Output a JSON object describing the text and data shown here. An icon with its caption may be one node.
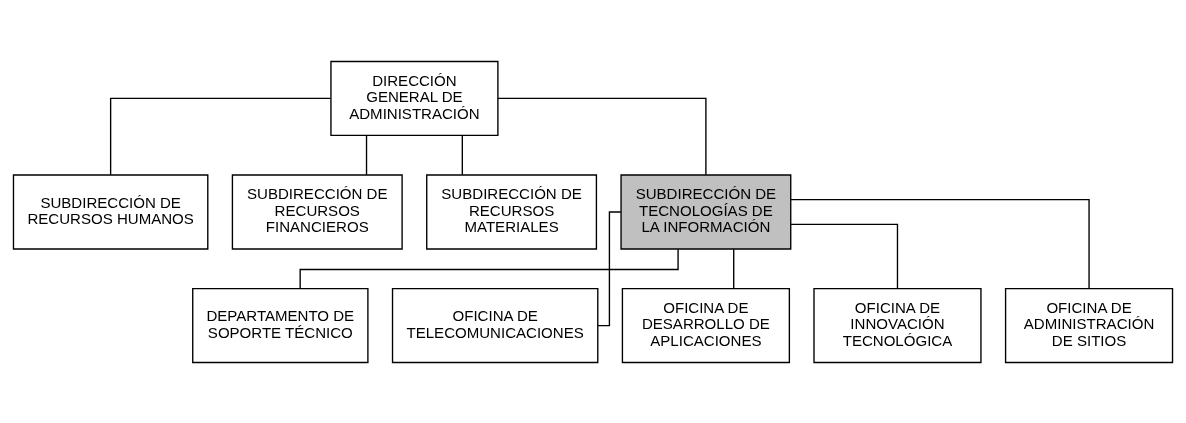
{
  "diagram": {
    "nodes": [
      {
        "text": [
          "DIRECCIÓN GENERAL DE ADMINISTRACIÓN"
        ]
      },
      {
        "text": [
          "SUBDIRECCIÓN DE RECURSOS HUMANOS"
        ]
      },
      {
        "text": [
          "SUBDIRECCIÓN DE RECURSOS FINANCIEROS"
        ]
      },
      {
        "text": [
          "SUBDIRECCIÓN DE RECURSOS MATERIALES"
        ]
      },
      {
        "text": [
          "SUBDIRECCIÓN DE TECNOLOGÍAS DE LA INFORMACIÓN"
        ]
      },
      {
        "text": [
          "DEPARTAMENTO DE SOPORTE TÉCNICO"
        ]
      },
      {
        "text": [
          "OFICINA DE TELECOMUNICACIONES"
        ]
      },
      {
        "text": [
          "OFICINA DE DESARROLLO DE APLICACIONES"
        ]
      },
      {
        "text": [
          "OFICINA DE INNOVACIÓN TECNOLÓGICA"
        ]
      },
      {
        "text": [
          "OFICINA DE ADMINISTRACIÓN DE SITIOS"
        ]
      }
    ],
    "edges": [
      {
        "from": 0,
        "to": 1,
        "arrow": "none"
      },
      {
        "from": 0,
        "to": 2,
        "arrow": "none"
      },
      {
        "from": 0,
        "to": 3,
        "arrow": "none"
      },
      {
        "from": 0,
        "to": 4,
        "arrow": "none"
      },
      {
        "from": 4,
        "to": 5,
        "arrow": "none"
      },
      {
        "from": 4,
        "to": 6,
        "arrow": "none"
      },
      {
        "from": 4,
        "to": 7,
        "arrow": "none"
      },
      {
        "from": 4,
        "to": 8,
        "arrow": "none"
      },
      {
        "from": 4,
        "to": 9,
        "arrow": "none"
      }
    ]
  }
}
